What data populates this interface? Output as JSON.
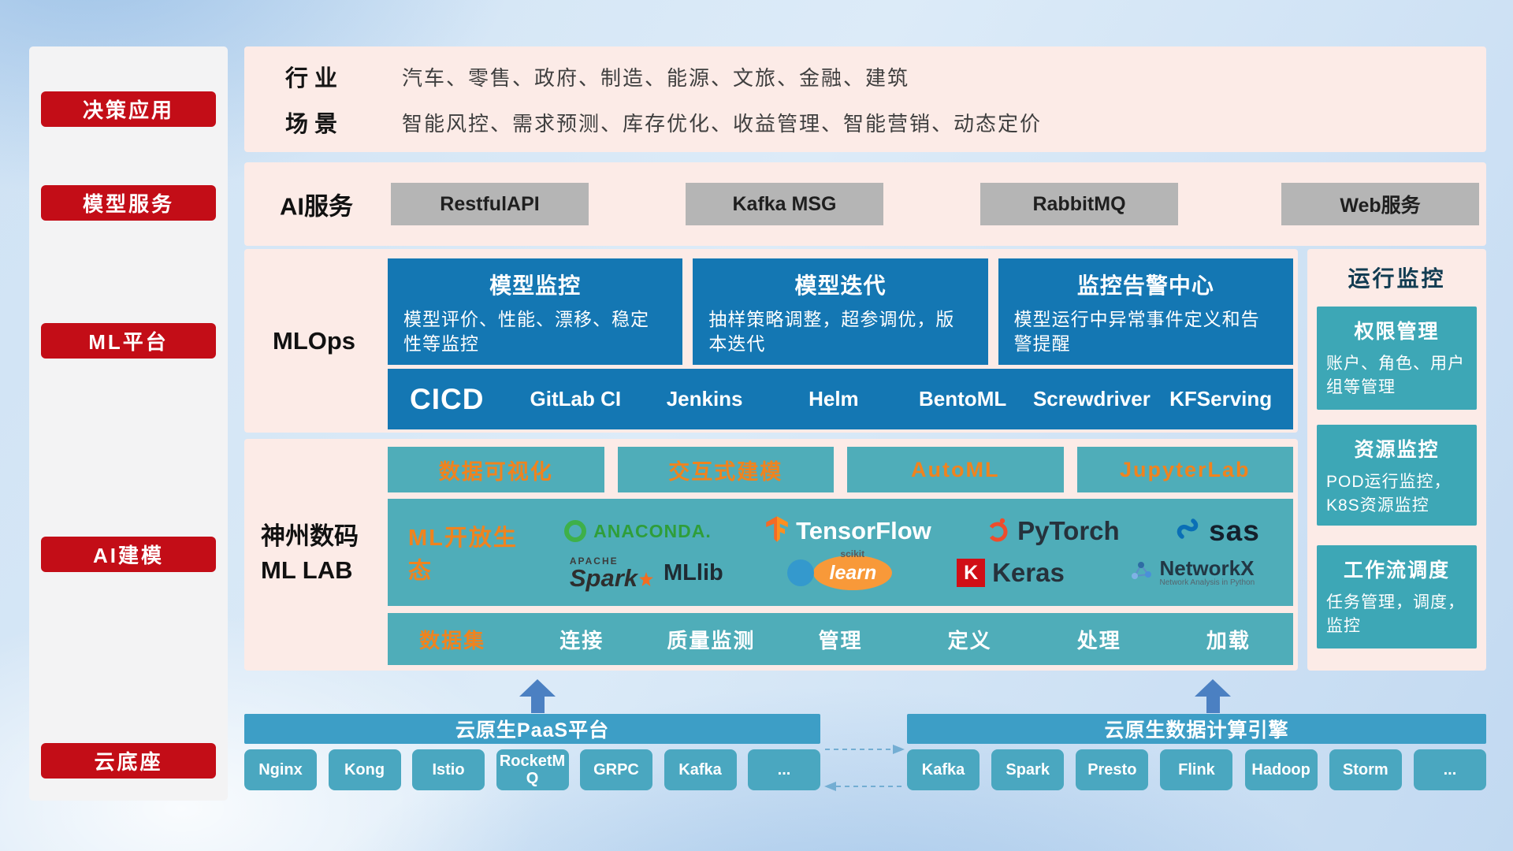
{
  "colors": {
    "red": "#c30d17",
    "deep_blue": "#1477b3",
    "teal": "#4fadb9",
    "teal_card": "#3da7b6",
    "panel_pink": "#fcebe7",
    "orange": "#f0831e",
    "gray_chip": "#b5b5b5",
    "bar_blue": "#3d9ec6",
    "chip_blue": "#4aa7c0",
    "arrow_blue": "#4b80c2"
  },
  "left_rail": {
    "items": [
      {
        "label": "决策应用"
      },
      {
        "label": "模型服务"
      },
      {
        "label": "ML平台"
      },
      {
        "label": "AI建模"
      },
      {
        "label": "云底座"
      }
    ]
  },
  "industry": {
    "rows": [
      {
        "label": "行业",
        "text": "汽车、零售、政府、制造、能源、文旅、金融、建筑"
      },
      {
        "label": "场景",
        "text": "智能风控、需求预测、库存优化、收益管理、智能营销、动态定价"
      }
    ]
  },
  "ai_service": {
    "label": "AI服务",
    "items": [
      "RestfulAPI",
      "Kafka MSG",
      "RabbitMQ",
      "Web服务"
    ]
  },
  "mlops": {
    "label": "MLOps",
    "cards": [
      {
        "title": "模型监控",
        "desc": "模型评价、性能、漂移、稳定性等监控"
      },
      {
        "title": "模型迭代",
        "desc": "抽样策略调整，超参调优，版本迭代"
      },
      {
        "title": "监控告警中心",
        "desc": "模型运行中异常事件定义和告警提醒"
      }
    ],
    "cicd": {
      "label": "CICD",
      "items": [
        "GitLab CI",
        "Jenkins",
        "Helm",
        "BentoML",
        "Screwdriver",
        "KFServing"
      ]
    }
  },
  "mllab": {
    "label_line1": "神州数码",
    "label_line2": "ML LAB",
    "tools": [
      "数据可视化",
      "交互式建模",
      "AutoML",
      "JupyterLab"
    ],
    "ecosystem": {
      "label": "ML开放生态",
      "logos": [
        {
          "name": "Anaconda",
          "text": "ANACONDA."
        },
        {
          "name": "TensorFlow",
          "text": "TensorFlow"
        },
        {
          "name": "PyTorch",
          "text": "PyTorch"
        },
        {
          "name": "SAS",
          "text": "sas"
        },
        {
          "name": "Apache Spark MLlib",
          "small": "APACHE",
          "text": "Spark",
          "suffix": "MLlib"
        },
        {
          "name": "scikit-learn",
          "small": "scikit",
          "text": "learn"
        },
        {
          "name": "Keras",
          "badge": "K",
          "text": "Keras"
        },
        {
          "name": "NetworkX",
          "text": "NetworkX",
          "small": "Network Analysis in Python"
        }
      ]
    },
    "dataset_row": {
      "label": "数据集",
      "items": [
        "连接",
        "质量监测",
        "管理",
        "定义",
        "处理",
        "加载"
      ]
    }
  },
  "monitor": {
    "title": "运行监控",
    "cards": [
      {
        "title": "权限管理",
        "desc": "账户、角色、用户组等管理"
      },
      {
        "title": "资源监控",
        "desc": "POD运行监控，K8S资源监控"
      },
      {
        "title": "工作流调度",
        "desc": "任务管理，调度，监控"
      }
    ]
  },
  "cloud": {
    "paas": {
      "title": "云原生PaaS平台",
      "items": [
        "Nginx",
        "Kong",
        "Istio",
        "RocketMQ",
        "GRPC",
        "Kafka",
        "..."
      ]
    },
    "engine": {
      "title": "云原生数据计算引擎",
      "items": [
        "Kafka",
        "Spark",
        "Presto",
        "Flink",
        "Hadoop",
        "Storm",
        "..."
      ]
    }
  }
}
